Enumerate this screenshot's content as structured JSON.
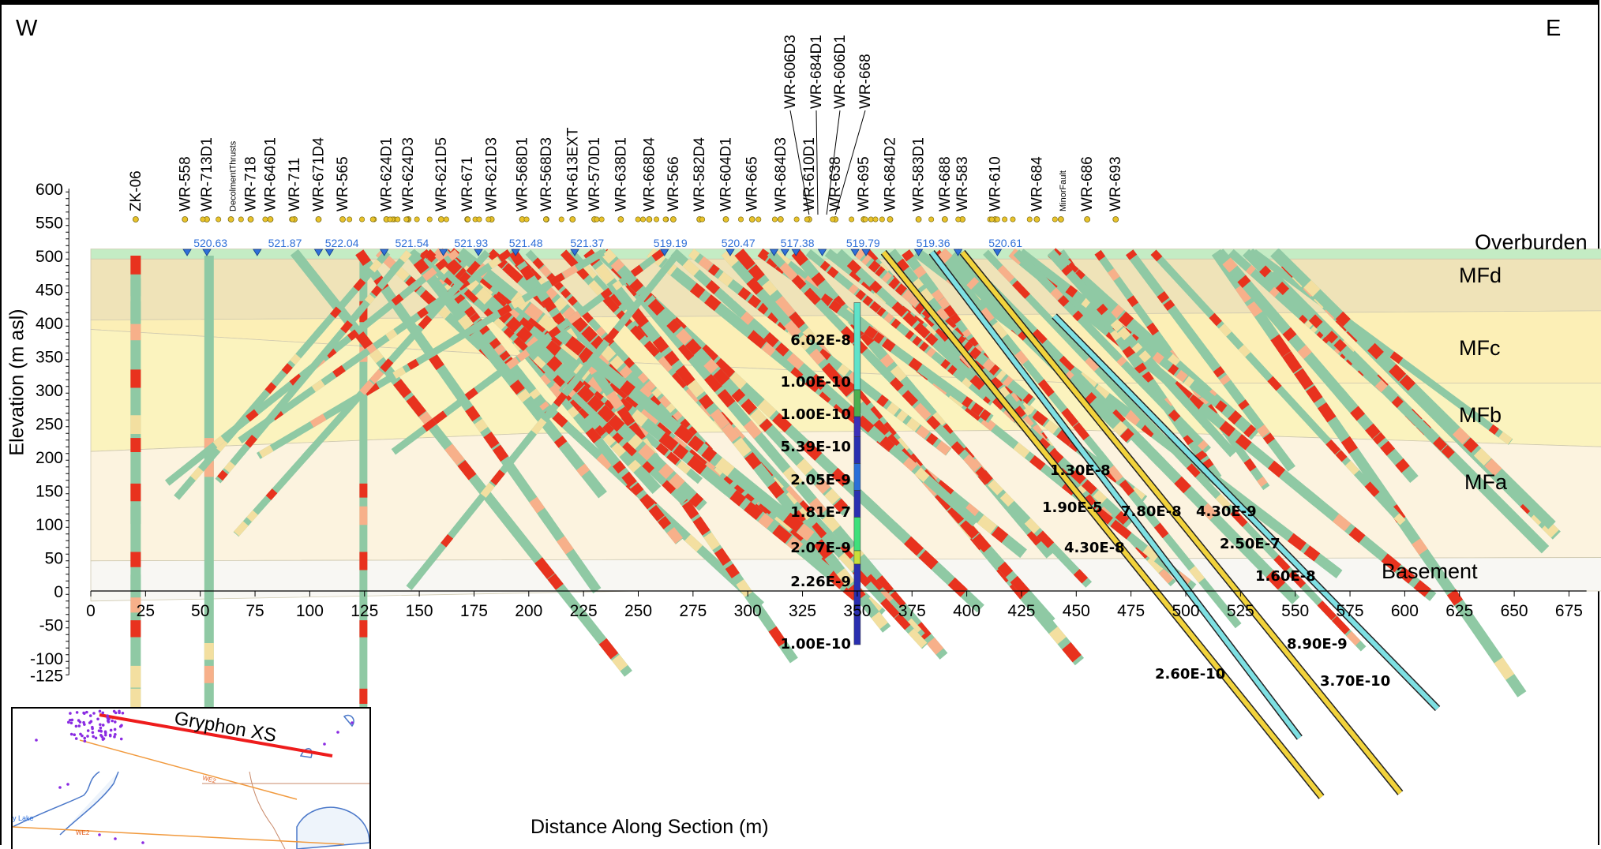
{
  "corners": {
    "west": "W",
    "east": "E"
  },
  "axes": {
    "ylabel": "Elevation (m asl)",
    "xlabel": "Distance  Along Section (m)",
    "yticks": [
      "600",
      "550",
      "500",
      "450",
      "400",
      "350",
      "300",
      "250",
      "200",
      "150",
      "100",
      "50",
      "0",
      "-50",
      "-100",
      "-125"
    ],
    "xticks": [
      "0",
      "25",
      "50",
      "75",
      "100",
      "125",
      "150",
      "175",
      "200",
      "225",
      "250",
      "275",
      "300",
      "325",
      "350",
      "375",
      "400",
      "425",
      "450",
      "475",
      "500",
      "525",
      "550",
      "575",
      "600",
      "625",
      "650",
      "675"
    ]
  },
  "units": [
    {
      "label": "Overburden",
      "color": "#c4ecc4"
    },
    {
      "label": "MFd",
      "color": "#efe3b8"
    },
    {
      "label": "MFc",
      "color": "#fcefb6"
    },
    {
      "label": "MFb",
      "color": "#fbf3be"
    },
    {
      "label": "MFa",
      "color": "#fcf3df"
    },
    {
      "label": "Basement",
      "color": "#f8f7f3"
    }
  ],
  "collars": [
    "ZK-06",
    "WR-558",
    "WR-713D1",
    "DecolmentThrusts",
    "WR-718",
    "WR-646D1",
    "WR-711",
    "WR-671D4",
    "WR-565",
    "WR-624D1",
    "WR-624D3",
    "WR-621D5",
    "WR-671",
    "WR-621D3",
    "WR-568D1",
    "WR-568D3",
    "WR-613EXT",
    "WR-570D1",
    "WR-638D1",
    "WR-668D4",
    "WR-566",
    "WR-582D4",
    "WR-604D1",
    "WR-665",
    "WR-684D3",
    "WR-610D1",
    "WR-638",
    "WR-695",
    "WR-684D2",
    "WR-583D1",
    "WR-688",
    "WR-583",
    "WR-610",
    "WR-684",
    "MinorFault",
    "WR-686",
    "WR-693"
  ],
  "top_collars": [
    "WR-606D3",
    "WR-684D1",
    "WR-606D1",
    "WR-668"
  ],
  "water_levels": [
    "520.63",
    "521.87",
    "522.04",
    "521.54",
    "521.93",
    "521.48",
    "521.37",
    "519.19",
    "520.47",
    "517.38",
    "519.79",
    "519.36",
    "520.61"
  ],
  "kvalues_vertical": [
    "6.02E-8",
    "1.00E-10",
    "1.00E-10",
    "5.39E-10",
    "2.05E-9",
    "1.81E-7",
    "2.07E-9",
    "2.26E-9",
    "1.00E-10"
  ],
  "kvalues_inclined": [
    "1.30E-8",
    "1.90E-5",
    "7.80E-8",
    "4.30E-9",
    "4.30E-8",
    "2.50E-7",
    "1.60E-8",
    "2.60E-10",
    "8.90E-9",
    "3.70E-10"
  ],
  "inset": {
    "title": "Gryphon XS",
    "labels": [
      "WE2",
      "WE2",
      "y Lake"
    ]
  },
  "colors": {
    "high": "#e8321e",
    "low": "#8fc9a4",
    "mid": "#f3dfa0",
    "water_level": "#2f6fd8",
    "collar": "#e8c22a"
  }
}
